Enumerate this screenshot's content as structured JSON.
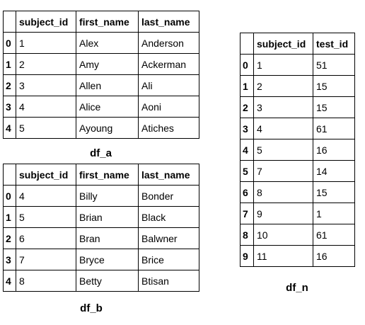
{
  "df_a": {
    "caption": "df_a",
    "columns": [
      "subject_id",
      "first_name",
      "last_name"
    ],
    "rows": [
      {
        "index": "0",
        "cells": [
          "1",
          "Alex",
          "Anderson"
        ]
      },
      {
        "index": "1",
        "cells": [
          "2",
          "Amy",
          "Ackerman"
        ]
      },
      {
        "index": "2",
        "cells": [
          "3",
          "Allen",
          "Ali"
        ]
      },
      {
        "index": "3",
        "cells": [
          "4",
          "Alice",
          "Aoni"
        ]
      },
      {
        "index": "4",
        "cells": [
          "5",
          "Ayoung",
          "Atiches"
        ]
      }
    ]
  },
  "df_b": {
    "caption": "df_b",
    "columns": [
      "subject_id",
      "first_name",
      "last_name"
    ],
    "rows": [
      {
        "index": "0",
        "cells": [
          "4",
          "Billy",
          "Bonder"
        ]
      },
      {
        "index": "1",
        "cells": [
          "5",
          "Brian",
          "Black"
        ]
      },
      {
        "index": "2",
        "cells": [
          "6",
          "Bran",
          "Balwner"
        ]
      },
      {
        "index": "3",
        "cells": [
          "7",
          "Bryce",
          "Brice"
        ]
      },
      {
        "index": "4",
        "cells": [
          "8",
          "Betty",
          "Btisan"
        ]
      }
    ]
  },
  "df_n": {
    "caption": "df_n",
    "columns": [
      "subject_id",
      "test_id"
    ],
    "rows": [
      {
        "index": "0",
        "cells": [
          "1",
          "51"
        ]
      },
      {
        "index": "1",
        "cells": [
          "2",
          "15"
        ]
      },
      {
        "index": "2",
        "cells": [
          "3",
          "15"
        ]
      },
      {
        "index": "3",
        "cells": [
          "4",
          "61"
        ]
      },
      {
        "index": "4",
        "cells": [
          "5",
          "16"
        ]
      },
      {
        "index": "5",
        "cells": [
          "7",
          "14"
        ]
      },
      {
        "index": "6",
        "cells": [
          "8",
          "15"
        ]
      },
      {
        "index": "7",
        "cells": [
          "9",
          "1"
        ]
      },
      {
        "index": "8",
        "cells": [
          "10",
          "61"
        ]
      },
      {
        "index": "9",
        "cells": [
          "11",
          "16"
        ]
      }
    ]
  }
}
